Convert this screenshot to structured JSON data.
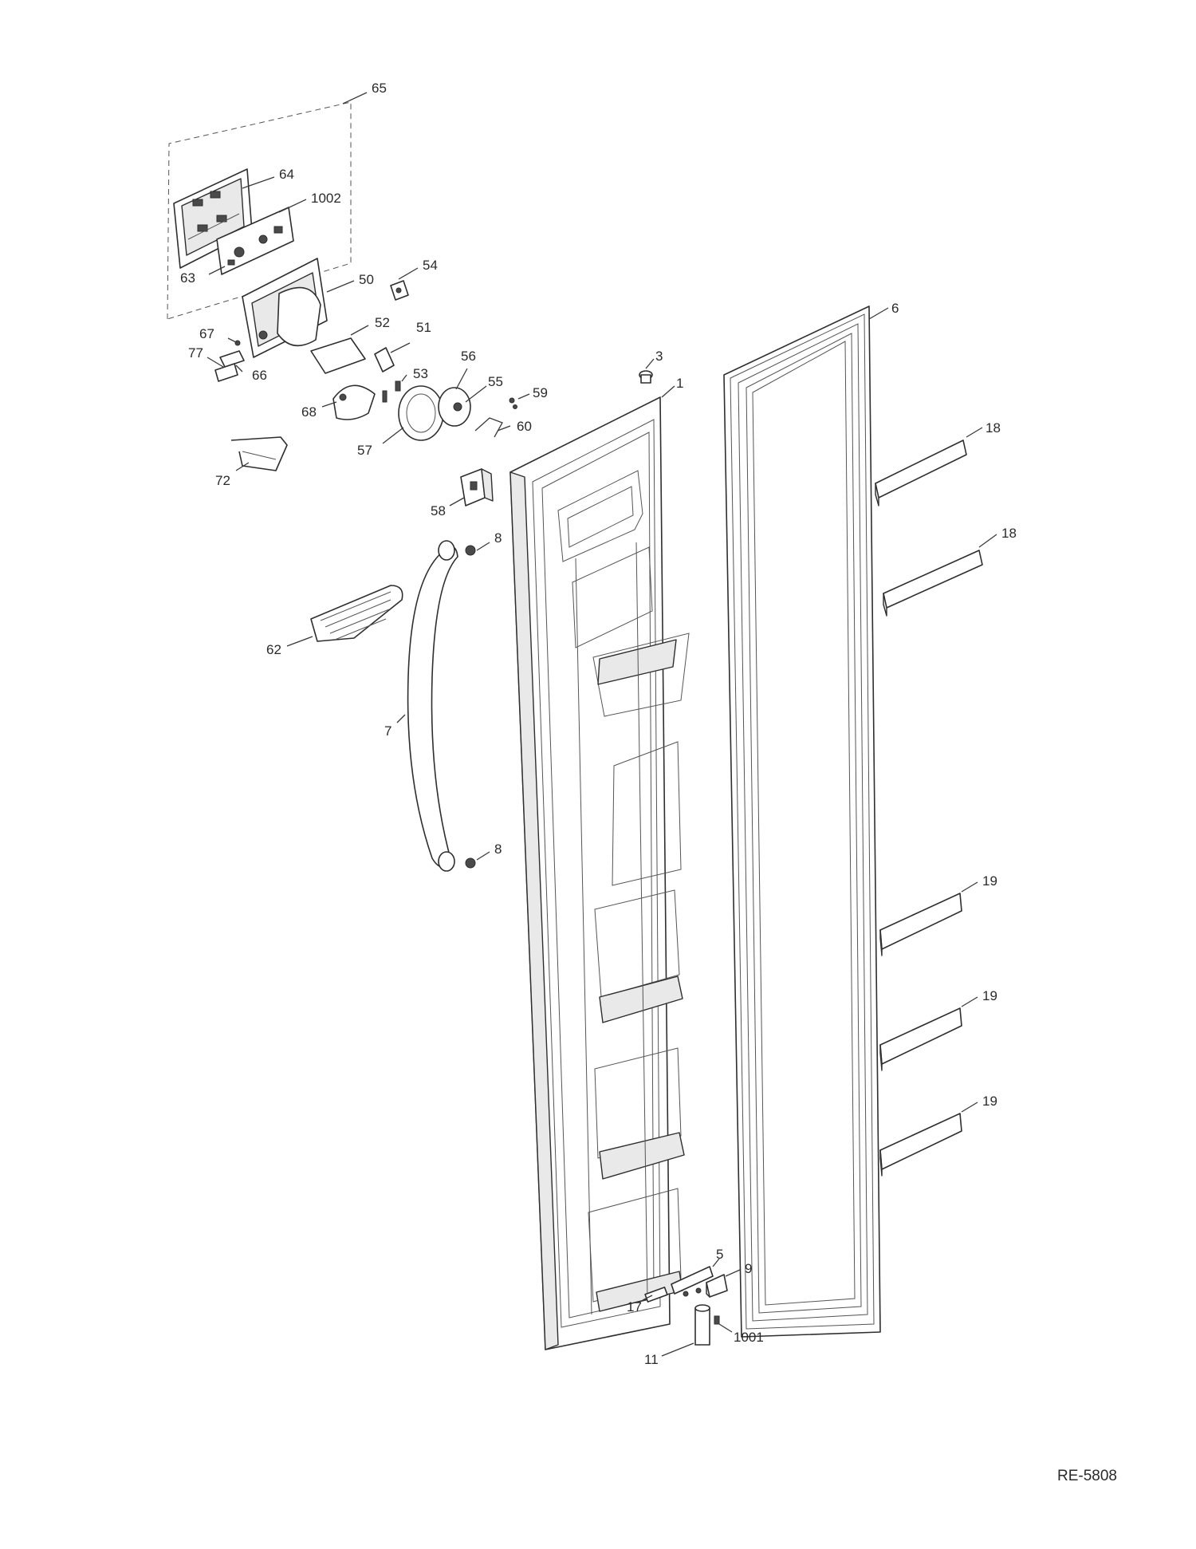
{
  "document": {
    "reference_code": "RE-5808"
  },
  "callouts": [
    {
      "id": "c65",
      "label": "65"
    },
    {
      "id": "c64",
      "label": "64"
    },
    {
      "id": "c1002",
      "label": "1002"
    },
    {
      "id": "c63",
      "label": "63"
    },
    {
      "id": "c54",
      "label": "54"
    },
    {
      "id": "c50",
      "label": "50"
    },
    {
      "id": "c52",
      "label": "52"
    },
    {
      "id": "c51",
      "label": "51"
    },
    {
      "id": "c67",
      "label": "67"
    },
    {
      "id": "c77",
      "label": "77"
    },
    {
      "id": "c66",
      "label": "66"
    },
    {
      "id": "c56",
      "label": "56"
    },
    {
      "id": "c53",
      "label": "53"
    },
    {
      "id": "c55",
      "label": "55"
    },
    {
      "id": "c68",
      "label": "68"
    },
    {
      "id": "c59",
      "label": "59"
    },
    {
      "id": "c60",
      "label": "60"
    },
    {
      "id": "c57",
      "label": "57"
    },
    {
      "id": "c72",
      "label": "72"
    },
    {
      "id": "c58",
      "label": "58"
    },
    {
      "id": "c3",
      "label": "3"
    },
    {
      "id": "c1",
      "label": "1"
    },
    {
      "id": "c6",
      "label": "6"
    },
    {
      "id": "c18a",
      "label": "18"
    },
    {
      "id": "c18b",
      "label": "18"
    },
    {
      "id": "c8a",
      "label": "8"
    },
    {
      "id": "c62",
      "label": "62"
    },
    {
      "id": "c7",
      "label": "7"
    },
    {
      "id": "c8b",
      "label": "8"
    },
    {
      "id": "c19a",
      "label": "19"
    },
    {
      "id": "c19b",
      "label": "19"
    },
    {
      "id": "c19c",
      "label": "19"
    },
    {
      "id": "c5",
      "label": "5"
    },
    {
      "id": "c9",
      "label": "9"
    },
    {
      "id": "c17",
      "label": "17"
    },
    {
      "id": "c1001",
      "label": "1001"
    },
    {
      "id": "c11",
      "label": "11"
    }
  ]
}
